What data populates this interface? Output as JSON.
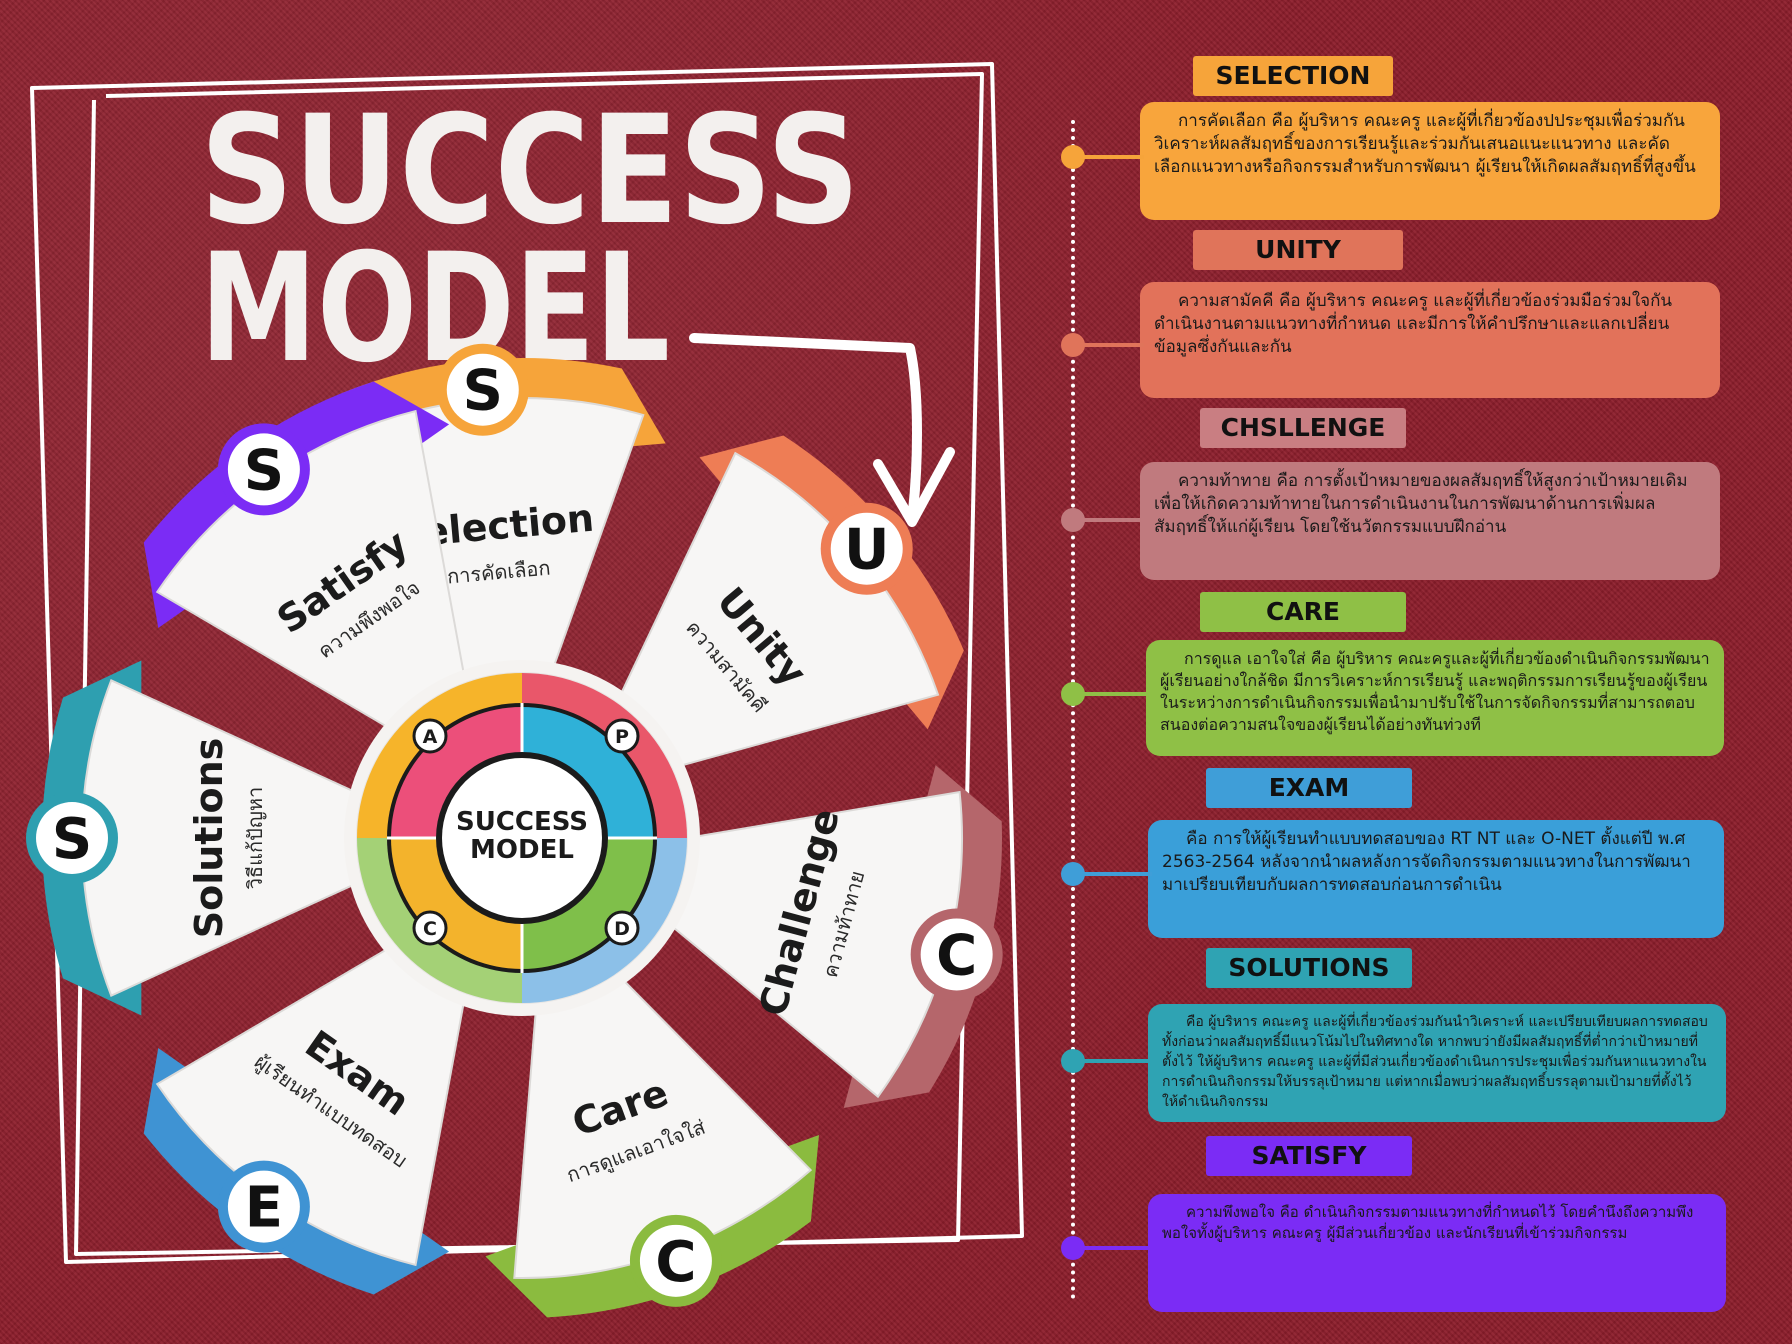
{
  "title": {
    "line1": "SUCCESS",
    "line2": "MODEL"
  },
  "hub": {
    "label_line1": "SUCCESS",
    "label_line2": "MODEL",
    "quadrant_letters": [
      "A",
      "P",
      "C",
      "D"
    ]
  },
  "blades": [
    {
      "letter": "S",
      "label": "Selection",
      "sub": "การคัดเลือก",
      "color": "#f6a43a"
    },
    {
      "letter": "U",
      "label": "Unity",
      "sub": "ความสามัคคี",
      "color": "#ee7d55"
    },
    {
      "letter": "C",
      "label": "Challenge",
      "sub": "ความท้าทาย",
      "color": "#b5666b"
    },
    {
      "letter": "C",
      "label": "Care",
      "sub": "การดูแลเอาใจใส่",
      "color": "#8bbb3f"
    },
    {
      "letter": "E",
      "label": "Exam",
      "sub": "ผู้เรียนทำแบบทดสอบ",
      "color": "#3f93d3"
    },
    {
      "letter": "S",
      "label": "Solutions",
      "sub": "วิธีแก้ปัญหา",
      "color": "#2e9fb0"
    },
    {
      "letter": "S",
      "label": "Satisfy",
      "sub": "ความพึงพอใจ",
      "color": "#7b2cf5"
    }
  ],
  "entries": [
    {
      "tag": "SELECTION",
      "tag_color": "#f6a43a",
      "box_color": "#f8a53c",
      "dot_color": "#f6a43a",
      "text": "การคัดเลือก คือ ผู้บริหาร คณะครู และผู้ที่เกี่ยวข้องปประชุมเพื่อร่วมกันวิเคราะห์ผลสัมฤทธิ์ของการเรียนรู้และร่วมกันเสนอแนะแนวทาง และคัดเลือกแนวทางหรือกิจกรรมสำหรับการพัฒนา ผู้เรียนให้เกิดผลสัมฤทธิ์ที่สูงขึ้น"
    },
    {
      "tag": "UNITY",
      "tag_color": "#e0745a",
      "box_color": "#e2725a",
      "dot_color": "#e0745a",
      "text": "ความสามัคคี คือ ผู้บริหาร คณะครู และผู้ที่เกี่ยวข้องร่วมมือร่วมใจกันดำเนินงานตามแนวทางที่กำหนด และมีการให้คำปรึกษาและแลกเปลี่ยนข้อมูลซึ่งกันและกัน"
    },
    {
      "tag": "CHSLLENGE",
      "tag_color": "#c97e82",
      "box_color": "#c07a7e",
      "dot_color": "#c07a7e",
      "text": "ความท้าทาย คือ การตั้งเป้าหมายของผลสัมฤทธิ์ให้สูงกว่าเป้าหมายเดิม เพื่อให้เกิดความท้าทายในการดำเนินงานในการพัฒนาด้านการเพิ่มผลสัมฤทธิ์ให้แก่ผู้เรียน โดยใช้นวัตกรรมแบบฝึกอ่าน"
    },
    {
      "tag": "CARE",
      "tag_color": "#8fc046",
      "box_color": "#8fc046",
      "dot_color": "#8fc046",
      "text": "การดูแล เอาใจใส่ คือ ผู้บริหาร คณะครูและผู้ที่เกี่ยวข้องดำเนินกิจกรรมพัฒนาผู้เรียนอย่างใกล้ชิด มีการวิเคราะห์การเรียนรู้ และพฤติกรรมการเรียนรู้ของผู้เรียนในระหว่างการดำเนินกิจกรรมเพื่อนำมาปรับใช้ในการจัดกิจกรรมที่สามารถตอบสนองต่อความสนใจของผู้เรียนได้อย่างทันท่วงที"
    },
    {
      "tag": "EXAM",
      "tag_color": "#3f9ed8",
      "box_color": "#3a9fd9",
      "dot_color": "#3f9ed8",
      "text": "คือ การให้ผู้เรียนทำแบบทดสอบของ RT NT และ O-NET ตั้งแต่ปี พ.ศ 2563-2564 หลังจากนำผลหลังการจัดกิจกรรมตามแนวทางในการพัฒนา มาเปรียบเทียบกับผลการทดสอบก่อนการดำเนิน"
    },
    {
      "tag": "SOLUTIONS",
      "tag_color": "#2fa3b3",
      "box_color": "#2fa3b3",
      "dot_color": "#2fa3b3",
      "text": "คือ ผู้บริหาร คณะครู และผู้ที่เกี่ยวข้องร่วมกันนำวิเคราะห์ และเปรียบเทียบผลการทดสอบทั้งก่อนว่าผลสัมฤทธิ์มีแนวโน้มไปในทิศทางใด หากพบว่ายังมีผลสัมฤทธิ์ที่ต่ำกว่าเป้าหมายที่ตั้งไว้ ให้ผู้บริหาร คณะครู และผู้ที่มีส่วนเกี่ยวข้องดำเนินการประชุมเพื่อร่วมกันหาแนวทางในการดำเนินกิจกรรมให้บรรลุเป้าหมาย แต่หากเมื่อพบว่าผลสัมฤทธิ์บรรลุตามเป้ามายที่ตั้งไว้ ให้ดำเนินกิจกรรม"
    },
    {
      "tag": "SATISFY",
      "tag_color": "#7b2cf5",
      "box_color": "#7b2cf5",
      "dot_color": "#7b2cf5",
      "text": "ความพึงพอใจ คือ ดำเนินกิจกรรมตามแนวทางที่กำหนดไว้ โดยคำนึงถึงความพึงพอใจทั้งผู้บริหาร คณะครู ผู้มีส่วนเกี่ยวข้อง และนักเรียนที่เข้าร่วมกิจกรรม"
    }
  ]
}
